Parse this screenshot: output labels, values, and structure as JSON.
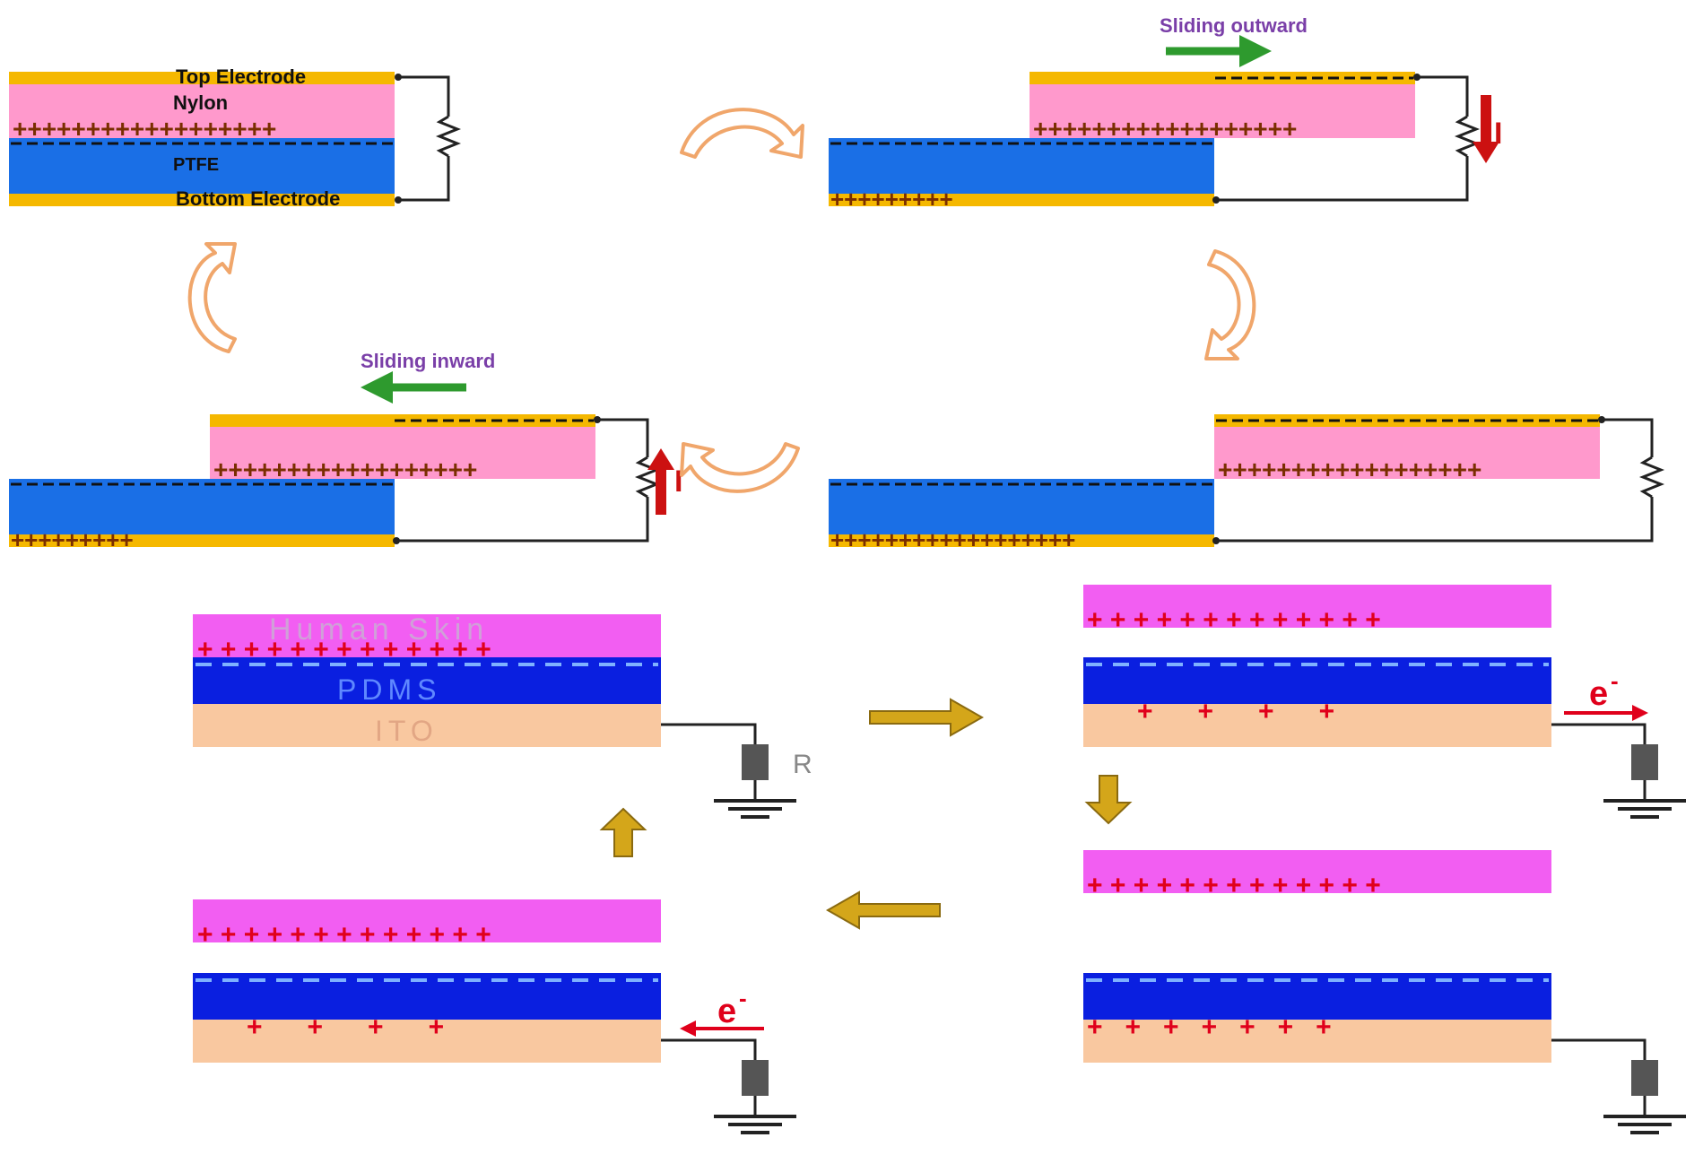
{
  "colors": {
    "electrode": "#f5b800",
    "nylon": "#ff99cc",
    "ptfe": "#1a6fe6",
    "skin": "#f25ef2",
    "pdms": "#0a1fe0",
    "ito": "#f9c8a0",
    "wire": "#222222",
    "charge_plus_dark": "#7a2e00",
    "charge_plus_red": "#e0001b",
    "charge_minus": "#111111",
    "charge_minus_light": "#7fb2ff",
    "slide_arrow": "#2e9a2e",
    "current_arrow": "#cc1111",
    "cycle_arrow_fill": "#ffffff",
    "cycle_arrow_stroke": "#f0a66b",
    "block_arrow": "#d4a61a",
    "label_purple": "#7a3fa8",
    "ground": "#555555"
  },
  "sliding": {
    "labels": {
      "top_electrode": "Top Electrode",
      "nylon": "Nylon",
      "ptfe": "PTFE",
      "bottom_electrode": "Bottom Electrode",
      "sliding_outward": "Sliding outward",
      "sliding_inward": "Sliding inward",
      "current_symbol": "I"
    },
    "states": [
      "contact",
      "sliding-outward",
      "fully-separated",
      "sliding-inward"
    ],
    "plus_marks": "++++++++++++++++++",
    "plus_marks_partial": "+++++++++",
    "minus_marks": "- - - - - - - - - - - - - - - - - - - -",
    "minus_marks_partial": "- - - - - - - - - -"
  },
  "contact": {
    "labels": {
      "human_skin": "Human Skin",
      "pdms": "PDMS",
      "ito": "ITO",
      "resistor": "R",
      "electron": "e",
      "electron_sup": "-"
    },
    "states": [
      "contact",
      "separating",
      "separated",
      "approaching"
    ],
    "plus_marks": "+ + + + + + + + + + + + +",
    "ito_plus_sparse": "+      +      +      +",
    "ito_plus_dense": "+   +   +   +   +   +   +",
    "minus_marks": "- - - - - - - - - - - - - -"
  }
}
